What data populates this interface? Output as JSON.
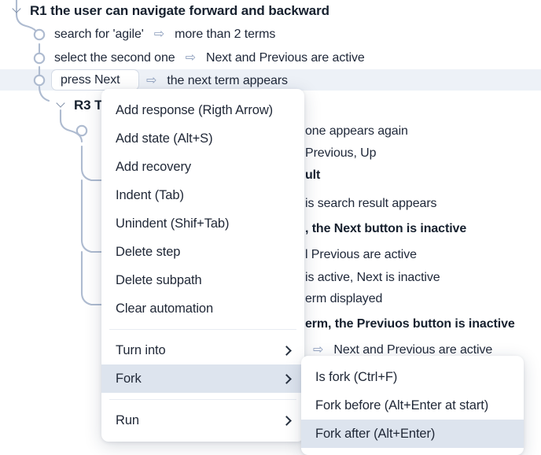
{
  "tree": {
    "rules": [
      {
        "id": "rule-r1",
        "title": "R1 the user can navigate forward and backward",
        "steps": [
          {
            "action": "search for 'agile'",
            "arrow": "right-arrow-outline-icon",
            "response": "more than 2 terms"
          },
          {
            "action": "select the second one",
            "arrow": "right-arrow-outline-icon",
            "response": "Next and Previous are active"
          },
          {
            "action": "press Next",
            "arrow": "right-arrow-outline-icon",
            "response": "the next term appears",
            "editing": true,
            "selected": true
          }
        ]
      },
      {
        "id": "rule-r3",
        "title_visible": "R3 T"
      }
    ],
    "occluded_rows": [
      "one appears again",
      " Previous, Up",
      "ult",
      "is search result appears",
      ", the Next button is inactive",
      "l Previous are active",
      " is active, Next is inactive",
      "erm displayed",
      "erm, the Previuos button is inactive",
      "Next and Previous are active"
    ]
  },
  "context_menu": {
    "name": "step-context-menu",
    "groups": [
      {
        "items": [
          {
            "label": "Add response (Rigth Arrow)",
            "name": "menu-item-add-response",
            "submenu": false,
            "hover": false
          },
          {
            "label": "Add state (Alt+S)",
            "name": "menu-item-add-state",
            "submenu": false,
            "hover": false
          },
          {
            "label": "Add recovery",
            "name": "menu-item-add-recovery",
            "submenu": false,
            "hover": false
          },
          {
            "label": "Indent (Tab)",
            "name": "menu-item-indent",
            "submenu": false,
            "hover": false
          },
          {
            "label": "Unindent (Shif+Tab)",
            "name": "menu-item-unindent",
            "submenu": false,
            "hover": false
          },
          {
            "label": "Delete step",
            "name": "menu-item-delete-step",
            "submenu": false,
            "hover": false
          },
          {
            "label": "Delete subpath",
            "name": "menu-item-delete-subpath",
            "submenu": false,
            "hover": false
          },
          {
            "label": "Clear automation",
            "name": "menu-item-clear-automation",
            "submenu": false,
            "hover": false
          }
        ]
      },
      {
        "items": [
          {
            "label": "Turn into",
            "name": "menu-item-turn-into",
            "submenu": true,
            "hover": false
          },
          {
            "label": "Fork",
            "name": "menu-item-fork",
            "submenu": true,
            "hover": true
          }
        ]
      },
      {
        "items": [
          {
            "label": "Run",
            "name": "menu-item-run",
            "submenu": true,
            "hover": false
          }
        ]
      }
    ]
  },
  "fork_submenu": {
    "name": "fork-submenu",
    "items": [
      {
        "label": "Is fork (Ctrl+F)",
        "name": "submenu-item-is-fork",
        "hover": false
      },
      {
        "label": "Fork before (Alt+Enter at start)",
        "name": "submenu-item-fork-before",
        "hover": false
      },
      {
        "label": "Fork after (Alt+Enter)",
        "name": "submenu-item-fork-after",
        "hover": true
      }
    ]
  },
  "colors": {
    "row_highlight": "#edf1f7",
    "menu_hover": "#dde4ee",
    "tree_line": "#aebbd0",
    "arrow_glyph": "#8d9fbd",
    "text": "#1d2433"
  },
  "icons": {
    "arrow": "⇨",
    "chevron_down": "chevron-down-icon",
    "chevron_right": "chevron-right-icon"
  }
}
